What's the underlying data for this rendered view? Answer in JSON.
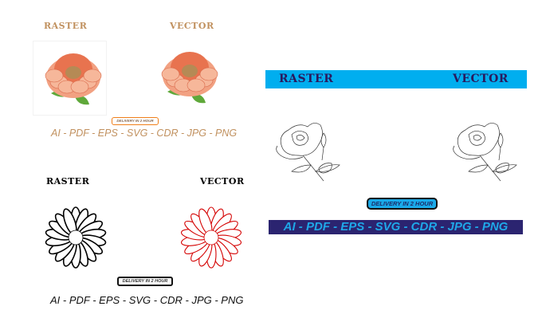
{
  "panel_peony": {
    "raster_label": "RASTER",
    "vector_label": "VECTOR",
    "badge": "DELIVERY IN 2 HOUR",
    "formats": "AI - PDF - EPS - SVG - CDR - JPG - PNG",
    "colors": {
      "title": "#c1915f",
      "badge_border": "#f07f1a",
      "flower": "#e8734f",
      "leaf": "#5fa83a"
    }
  },
  "panel_rose": {
    "raster_label": "RASTER",
    "vector_label": "VECTOR",
    "badge": "DELIVERY IN 2 HOUR",
    "formats": "AI - PDF - EPS - SVG - CDR - JPG - PNG",
    "colors": {
      "header_bar": "#00aeef",
      "title": "#2a1a5e",
      "format_bar": "#2b2470",
      "format_text": "#1fa8e8"
    }
  },
  "panel_daisy": {
    "raster_label": "RASTER",
    "vector_label": "VECTOR",
    "badge": "DELIVERY IN 2 HOUR",
    "formats": "AI - PDF - EPS - SVG - CDR - JPG - PNG",
    "colors": {
      "raster_stroke": "#000000",
      "vector_stroke": "#d40000"
    }
  }
}
